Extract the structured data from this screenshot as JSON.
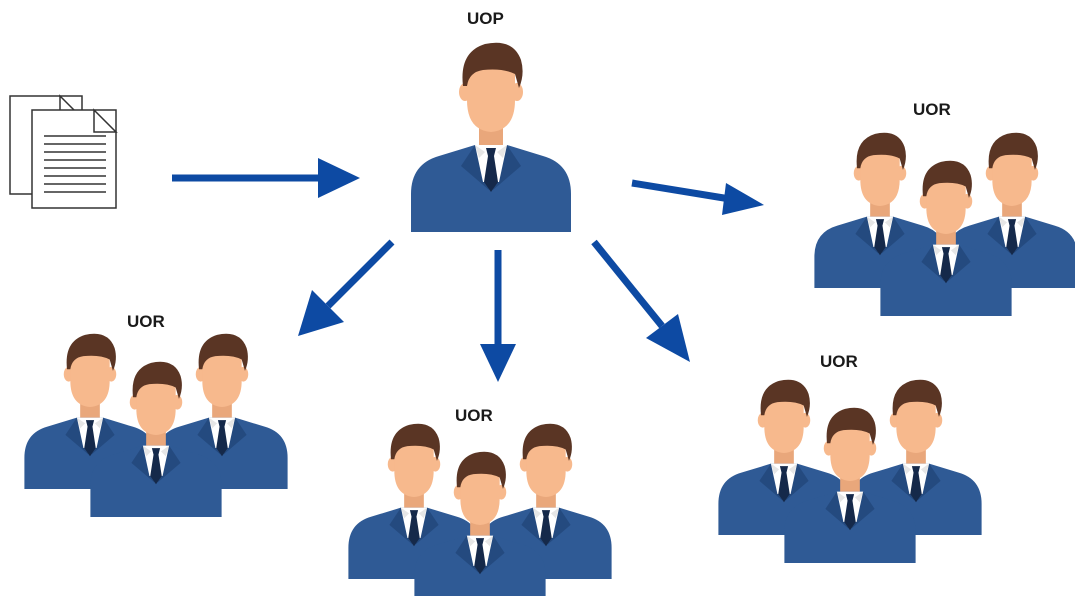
{
  "diagram": {
    "colors": {
      "arrow": "#0d4aa3",
      "suit": "#2f5a95",
      "suit_light": "#3a6aa8",
      "skin": "#f7b98d",
      "skin_shadow": "#e9a77b",
      "hair": "#5a3524",
      "shirt": "#ffffff",
      "tie": "#15294a",
      "paper_stroke": "#333333"
    },
    "source_icon": "documents-icon",
    "nodes": {
      "uop": {
        "label": "UOP"
      },
      "uor_right": {
        "label": "UOR"
      },
      "uor_left": {
        "label": "UOR"
      },
      "uor_bottom": {
        "label": "UOR"
      },
      "uor_bottom_right": {
        "label": "UOR"
      }
    }
  }
}
